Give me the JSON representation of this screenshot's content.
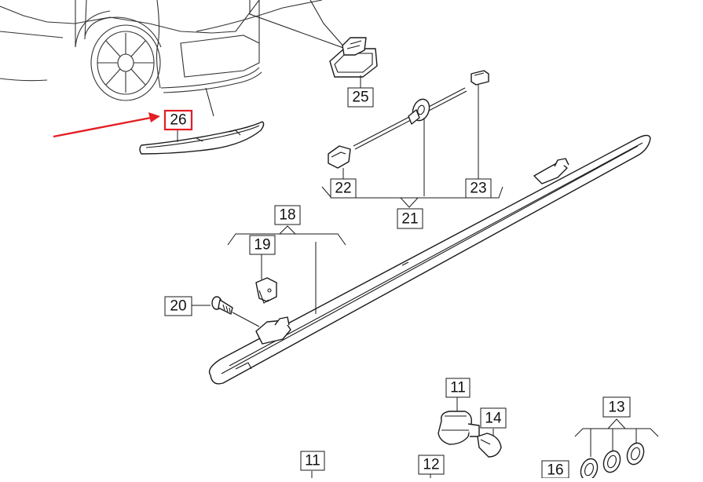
{
  "diagram": {
    "callouts": [
      {
        "id": "c26",
        "text": "26",
        "highlighted": true
      },
      {
        "id": "c25",
        "text": "25"
      },
      {
        "id": "c22",
        "text": "22"
      },
      {
        "id": "c23",
        "text": "23"
      },
      {
        "id": "c21",
        "text": "21"
      },
      {
        "id": "c18",
        "text": "18"
      },
      {
        "id": "c19",
        "text": "19"
      },
      {
        "id": "c20",
        "text": "20"
      },
      {
        "id": "c11a",
        "text": "11"
      },
      {
        "id": "c14",
        "text": "14"
      },
      {
        "id": "c13",
        "text": "13"
      },
      {
        "id": "c11b",
        "text": "11"
      },
      {
        "id": "c12",
        "text": "12"
      },
      {
        "id": "c16",
        "text": "16"
      }
    ],
    "colors": {
      "highlight": "#e31e24",
      "arrow": "#e31e24",
      "line": "#1a1a1a",
      "background": "#ffffff"
    },
    "icons": [
      "red-arrow-icon",
      "highlight-box-icon"
    ]
  }
}
